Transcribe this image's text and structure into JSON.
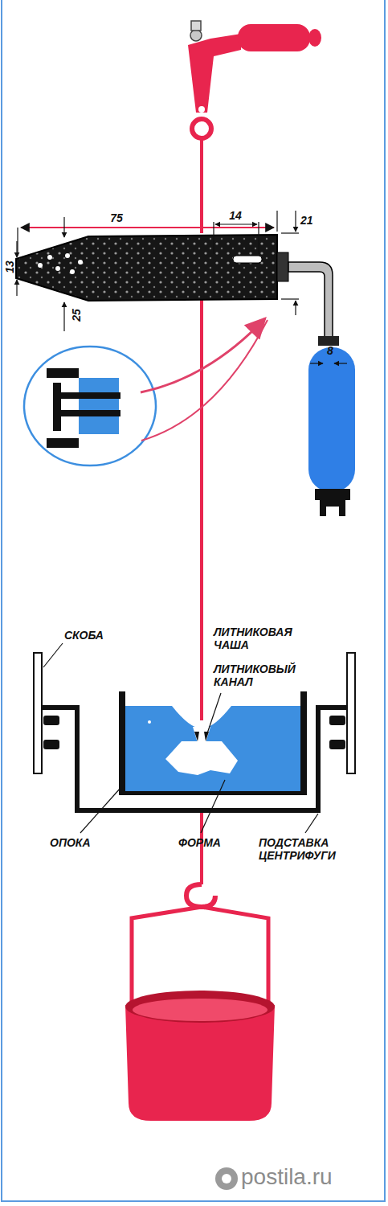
{
  "diagram": {
    "labels": [
      "75",
      "14",
      "21",
      "13",
      "25",
      "8",
      "СКОБА",
      "ЛИТНИКОВАЯ ЧАША",
      "ЛИТНИКОВЫЙ КАНАЛ",
      "ОПОКА",
      "ФОРМА",
      "ПОДСТАВКА ЦЕНТРИФУГИ",
      "postila.ru"
    ]
  }
}
